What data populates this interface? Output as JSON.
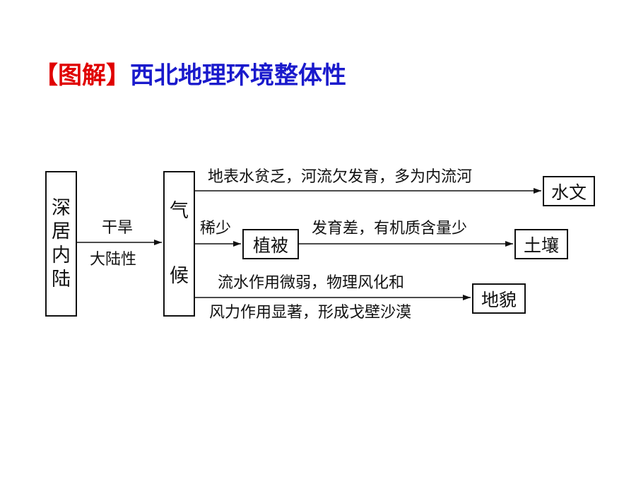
{
  "title": {
    "bracket_open": "【",
    "tag": "图解",
    "bracket_close": "】",
    "text": "西北地理环境整体性"
  },
  "boxes": {
    "source": "深居内陆",
    "climate": "气候",
    "vegetation": "植被",
    "hydrology": "水文",
    "soil": "土壤",
    "landform": "地貌"
  },
  "labels": {
    "source_above": "干旱",
    "source_below": "大陆性",
    "to_hydrology": "地表水贫乏，河流欠发育，多为内流河",
    "to_vegetation": "稀少",
    "to_soil": "发育差，有机质含量少",
    "to_landform_line1": "流水作用微弱，物理风化和",
    "to_landform_line2": "风力作用显著，形成戈壁沙漠"
  }
}
